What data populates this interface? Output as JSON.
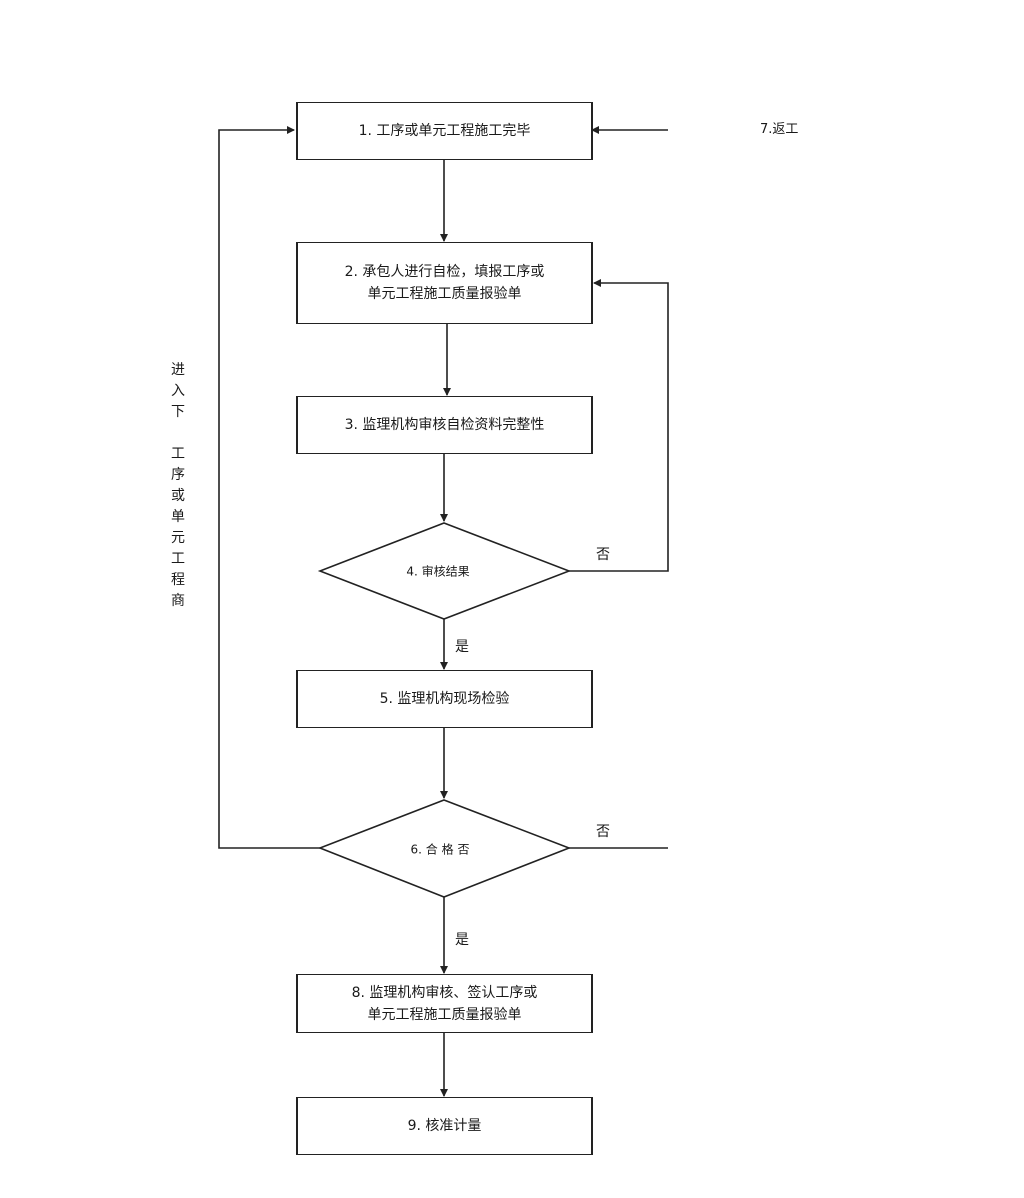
{
  "steps": {
    "s1": "1. 工序或单元工程施工完毕",
    "s2_line1": "2. 承包人进行自检，填报工序或",
    "s2_line2": "单元工程施工质量报验单",
    "s3": "3. 监理机构审核自检资料完整性",
    "s4": "4. 审核结果",
    "s5": "5. 监理机构现场检验",
    "s6": "6. 合 格 否",
    "s7": "7.返工",
    "s8_line1": "8. 监理机构审核、签认工序或",
    "s8_line2": "单元工程施工质量报验单",
    "s9": "9. 核准计量"
  },
  "labels": {
    "no_4": "否",
    "yes_4": "是",
    "no_6": "否",
    "yes_6": "是"
  },
  "side_text": [
    "进",
    "入",
    "下",
    "",
    "工",
    "序",
    "或",
    "单",
    "元",
    "工",
    "程",
    "商"
  ],
  "colors": {
    "line": "#222222",
    "background": "#ffffff"
  }
}
